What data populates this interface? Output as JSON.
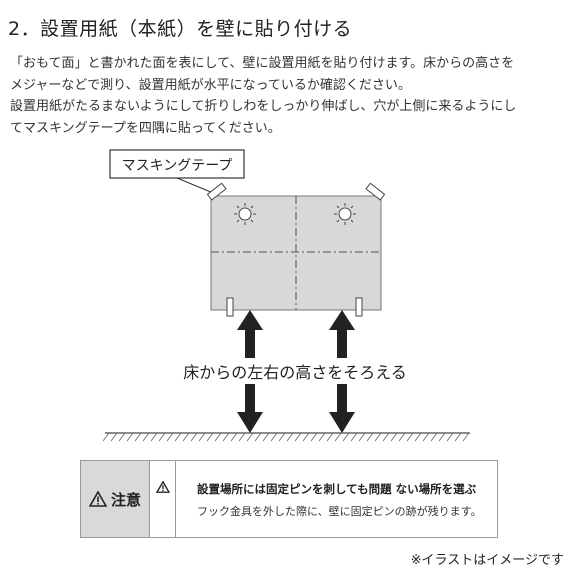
{
  "step": {
    "title": "2．設置用紙（本紙）を壁に貼り付ける"
  },
  "instructions": {
    "line1": "「おもて面」と書かれた面を表にして、壁に設置用紙を貼り付けます。床からの高さを",
    "line2": "メジャーなどで測り、設置用紙が水平になっているか確認ください。",
    "line3": "設置用紙がたるまないようにして折りしわをしっかり伸ばし、穴が上側に来るようにし",
    "line4": "てマスキングテープを四隅に貼ってください。"
  },
  "illustration": {
    "tape_label": "マスキングテープ",
    "height_label": "床からの左右の高さをそろえる"
  },
  "caution": {
    "label": "注意",
    "heading": "設置場所には固定ピンを刺しても問題 ない場所を選ぶ",
    "detail": "フック金具を外した際に、壁に固定ピンの跡が残ります。"
  },
  "footnote": "※イラストはイメージです"
}
